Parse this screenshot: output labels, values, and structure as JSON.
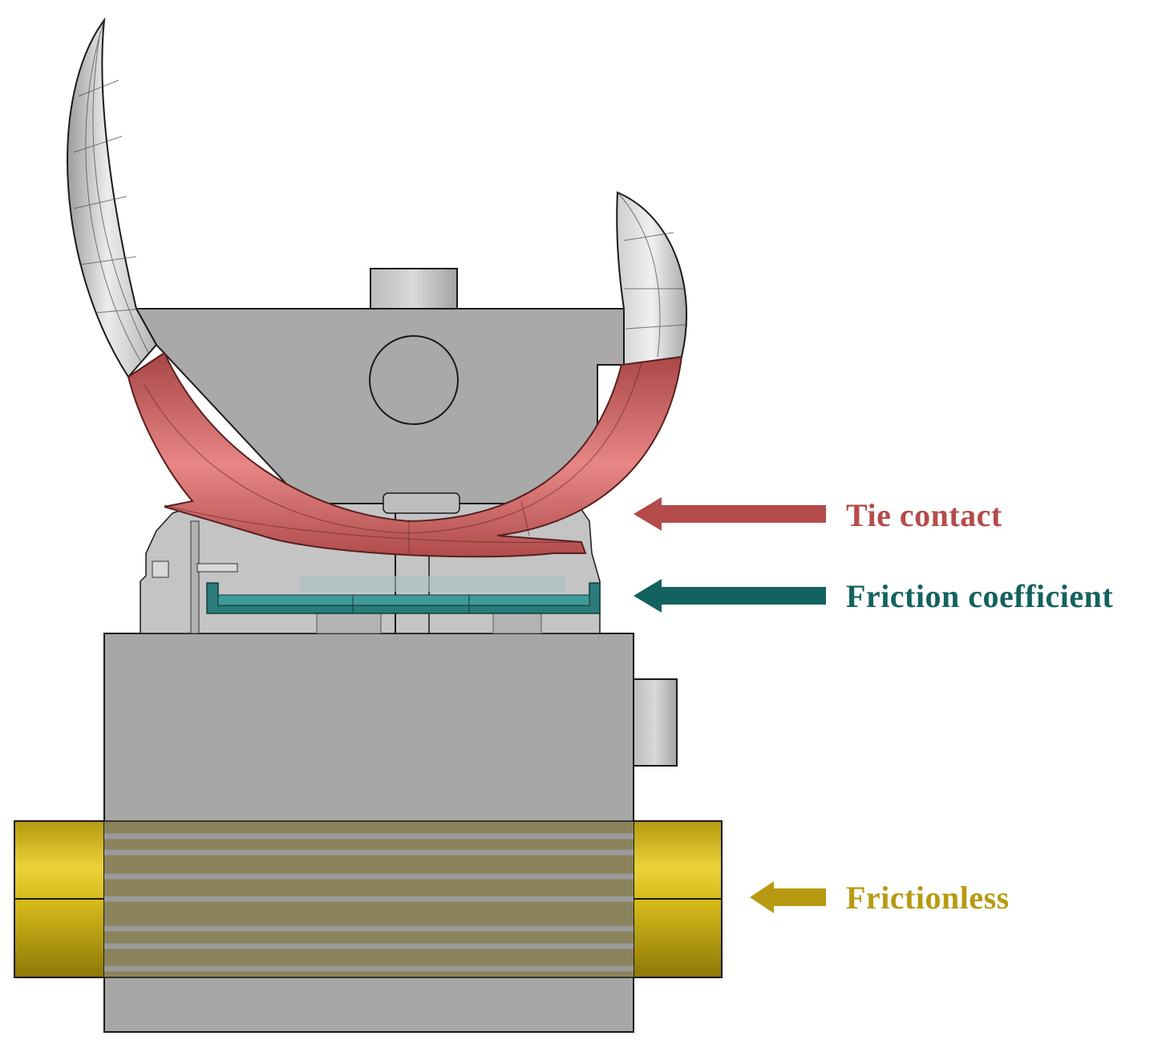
{
  "annotations": [
    {
      "id": "tie",
      "text": "Tie contact",
      "color": "#b54b4b"
    },
    {
      "id": "friction",
      "text": "Friction coefficient",
      "color": "#14625f"
    },
    {
      "id": "frictionless",
      "text": "Frictionless",
      "color": "#b89a12"
    }
  ],
  "colors": {
    "part_gray": "#a7a7a7",
    "part_gray_light": "#c9c9c9",
    "femoral_shell": "#dcdcdc",
    "tie_surface": "#c85c5c",
    "friction_surface": "#2b7b7a",
    "frictionless_rod": "#d9bd1a",
    "outline": "#1a1a1a"
  }
}
